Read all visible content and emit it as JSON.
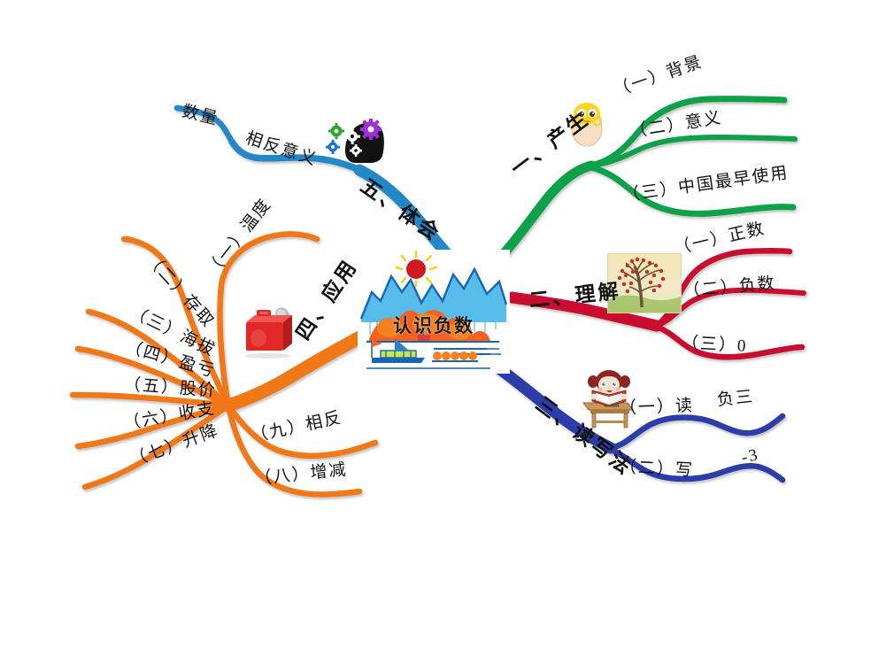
{
  "title": "认识负数",
  "central": {
    "title": "认识负数",
    "image_name": "watercolor-landscape-mountains-sun-boats"
  },
  "colors": {
    "branch_green": "#0EA24A",
    "branch_red": "#C8102E",
    "branch_navy": "#2A3EA8",
    "branch_orange": "#F07818",
    "branch_lightblue": "#2088C8",
    "text": "#111111",
    "background": "#FFFFFF"
  },
  "branches": [
    {
      "id": "produce",
      "label": "一、产生",
      "color": "#0EA24A",
      "icon": "chick-hatching-icon",
      "children": [
        {
          "label": "（一）背景"
        },
        {
          "label": "（二）意义"
        },
        {
          "label": "（三）中国最早使用"
        }
      ]
    },
    {
      "id": "understand",
      "label": "二、理解",
      "color": "#C8102E",
      "icon": "apple-tree-picture",
      "children": [
        {
          "label": "（一）正数"
        },
        {
          "label": "（二）负数"
        },
        {
          "label": "（三）0"
        }
      ]
    },
    {
      "id": "reading-writing",
      "label": "三、读写法",
      "color": "#2A3EA8",
      "icon": "girl-reading-icon",
      "children": [
        {
          "label": "（一）读",
          "value": "负三"
        },
        {
          "label": "（二）写",
          "value": "-3"
        }
      ]
    },
    {
      "id": "application",
      "label": "四、应用",
      "color": "#F07818",
      "icon": "toolbox-wrench-icon",
      "children": [
        {
          "label": "（一）温度"
        },
        {
          "label": "（二）存取"
        },
        {
          "label": "（三）海拔"
        },
        {
          "label": "（四）盈亏"
        },
        {
          "label": "（五）股价"
        },
        {
          "label": "（六）收支"
        },
        {
          "label": "（七）升降"
        },
        {
          "label": "（八）增减"
        },
        {
          "label": "（九）相反"
        }
      ]
    },
    {
      "id": "experience",
      "label": "五、体会",
      "color": "#2088C8",
      "icon": "head-with-gears-icon",
      "children": [
        {
          "label": "相反意义"
        },
        {
          "label": "数量"
        }
      ]
    }
  ],
  "labels": {
    "produce": {
      "main": "一、产生",
      "c1": "（一）背景",
      "c2": "（二）意义",
      "c3": "（三）中国最早使用"
    },
    "understand": {
      "main": "二、理解",
      "c1": "（一）正数",
      "c2": "（二）负数",
      "c3": "（三）0"
    },
    "readwrite": {
      "main": "三、读写法",
      "c1": "（一）读",
      "c1v": "负三",
      "c2": "（二）写",
      "c2v": "-3"
    },
    "application": {
      "main": "四、应用",
      "c1": "（一）温度",
      "c2": "（二）存取",
      "c3": "（三）海拔",
      "c4": "（四）盈亏",
      "c5": "（五）股价",
      "c6": "（六）收支",
      "c7": "（七）升降",
      "c8": "（八）增减",
      "c9": "（九）相反"
    },
    "experience": {
      "main": "五、体会",
      "c1": "相反意义",
      "c2": "数量"
    }
  }
}
